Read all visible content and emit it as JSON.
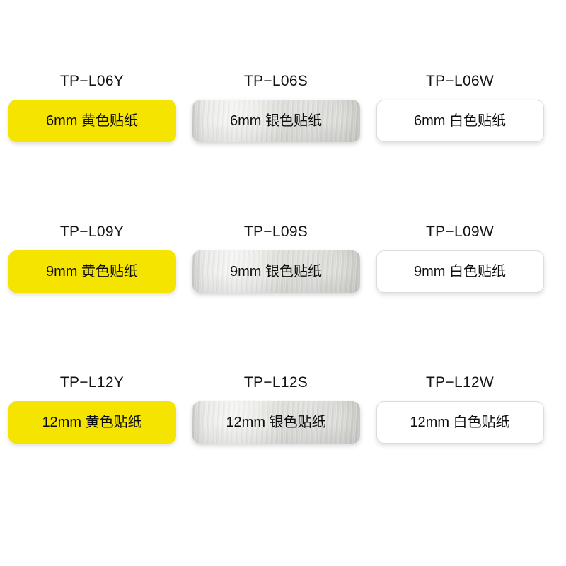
{
  "page": {
    "background_color": "#ffffff",
    "columns": [
      "yellow",
      "silver",
      "white"
    ]
  },
  "colors": {
    "yellow": "#f5e400",
    "silver_light": "#f1f1ef",
    "silver_dark": "#c4c4c1",
    "white": "#ffffff",
    "white_border": "#dcdcdc",
    "text": "#0d0d0d",
    "code_text": "#141414"
  },
  "rows": [
    {
      "size": "6mm",
      "cells": [
        {
          "code": "TP−L06Y",
          "text": "6mm 黄色贴纸",
          "variant": "yellow"
        },
        {
          "code": "TP−L06S",
          "text": "6mm 银色贴纸",
          "variant": "silver"
        },
        {
          "code": "TP−L06W",
          "text": "6mm 白色贴纸",
          "variant": "white"
        }
      ]
    },
    {
      "size": "9mm",
      "cells": [
        {
          "code": "TP−L09Y",
          "text": "9mm 黄色贴纸",
          "variant": "yellow"
        },
        {
          "code": "TP−L09S",
          "text": "9mm 银色贴纸",
          "variant": "silver"
        },
        {
          "code": "TP−L09W",
          "text": "9mm 白色贴纸",
          "variant": "white"
        }
      ]
    },
    {
      "size": "12mm",
      "cells": [
        {
          "code": "TP−L12Y",
          "text": "12mm 黄色贴纸",
          "variant": "yellow"
        },
        {
          "code": "TP−L12S",
          "text": "12mm 银色贴纸",
          "variant": "silver"
        },
        {
          "code": "TP−L12W",
          "text": "12mm 白色贴纸",
          "variant": "white"
        }
      ]
    }
  ]
}
